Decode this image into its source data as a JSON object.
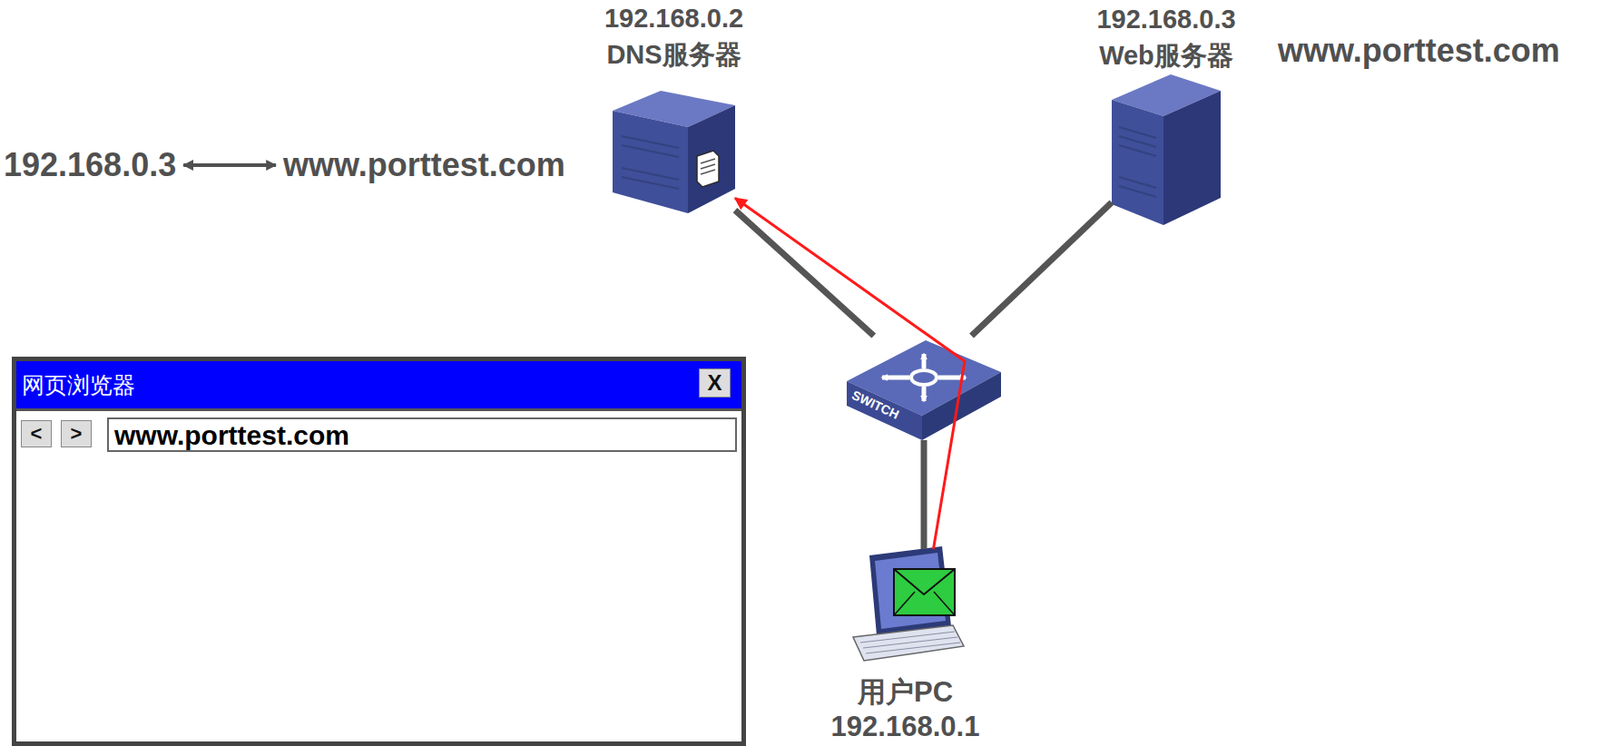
{
  "diagram": {
    "nodes": [
      {
        "text": [
          "192.168.0.2",
          "DNS服务器"
        ]
      },
      {
        "text": [
          "192.168.0.3",
          "Web服务器"
        ]
      },
      {
        "text": [
          "SWITCH"
        ]
      },
      {
        "text": [
          "用户PC",
          "192.168.0.1"
        ]
      },
      {
        "text": [
          "网页浏览器"
        ]
      },
      {
        "text": [
          "X"
        ],
        "in": 4
      },
      {
        "text": [
          "<"
        ],
        "in": 4
      },
      {
        "text": [
          ">"
        ],
        "in": 4
      },
      {
        "text": [
          "www.porttest.com"
        ],
        "in": 4
      }
    ],
    "edges": [
      {
        "from": 0,
        "to": 2,
        "arrow": "none"
      },
      {
        "from": 1,
        "to": 2,
        "arrow": "none"
      },
      {
        "from": 2,
        "to": 3,
        "arrow": "none"
      },
      {
        "from": 3,
        "to": 0,
        "arrow": "to"
      }
    ],
    "labels": [
      "www.porttest.com",
      "192.168.0.3",
      "www.porttest.com"
    ]
  }
}
